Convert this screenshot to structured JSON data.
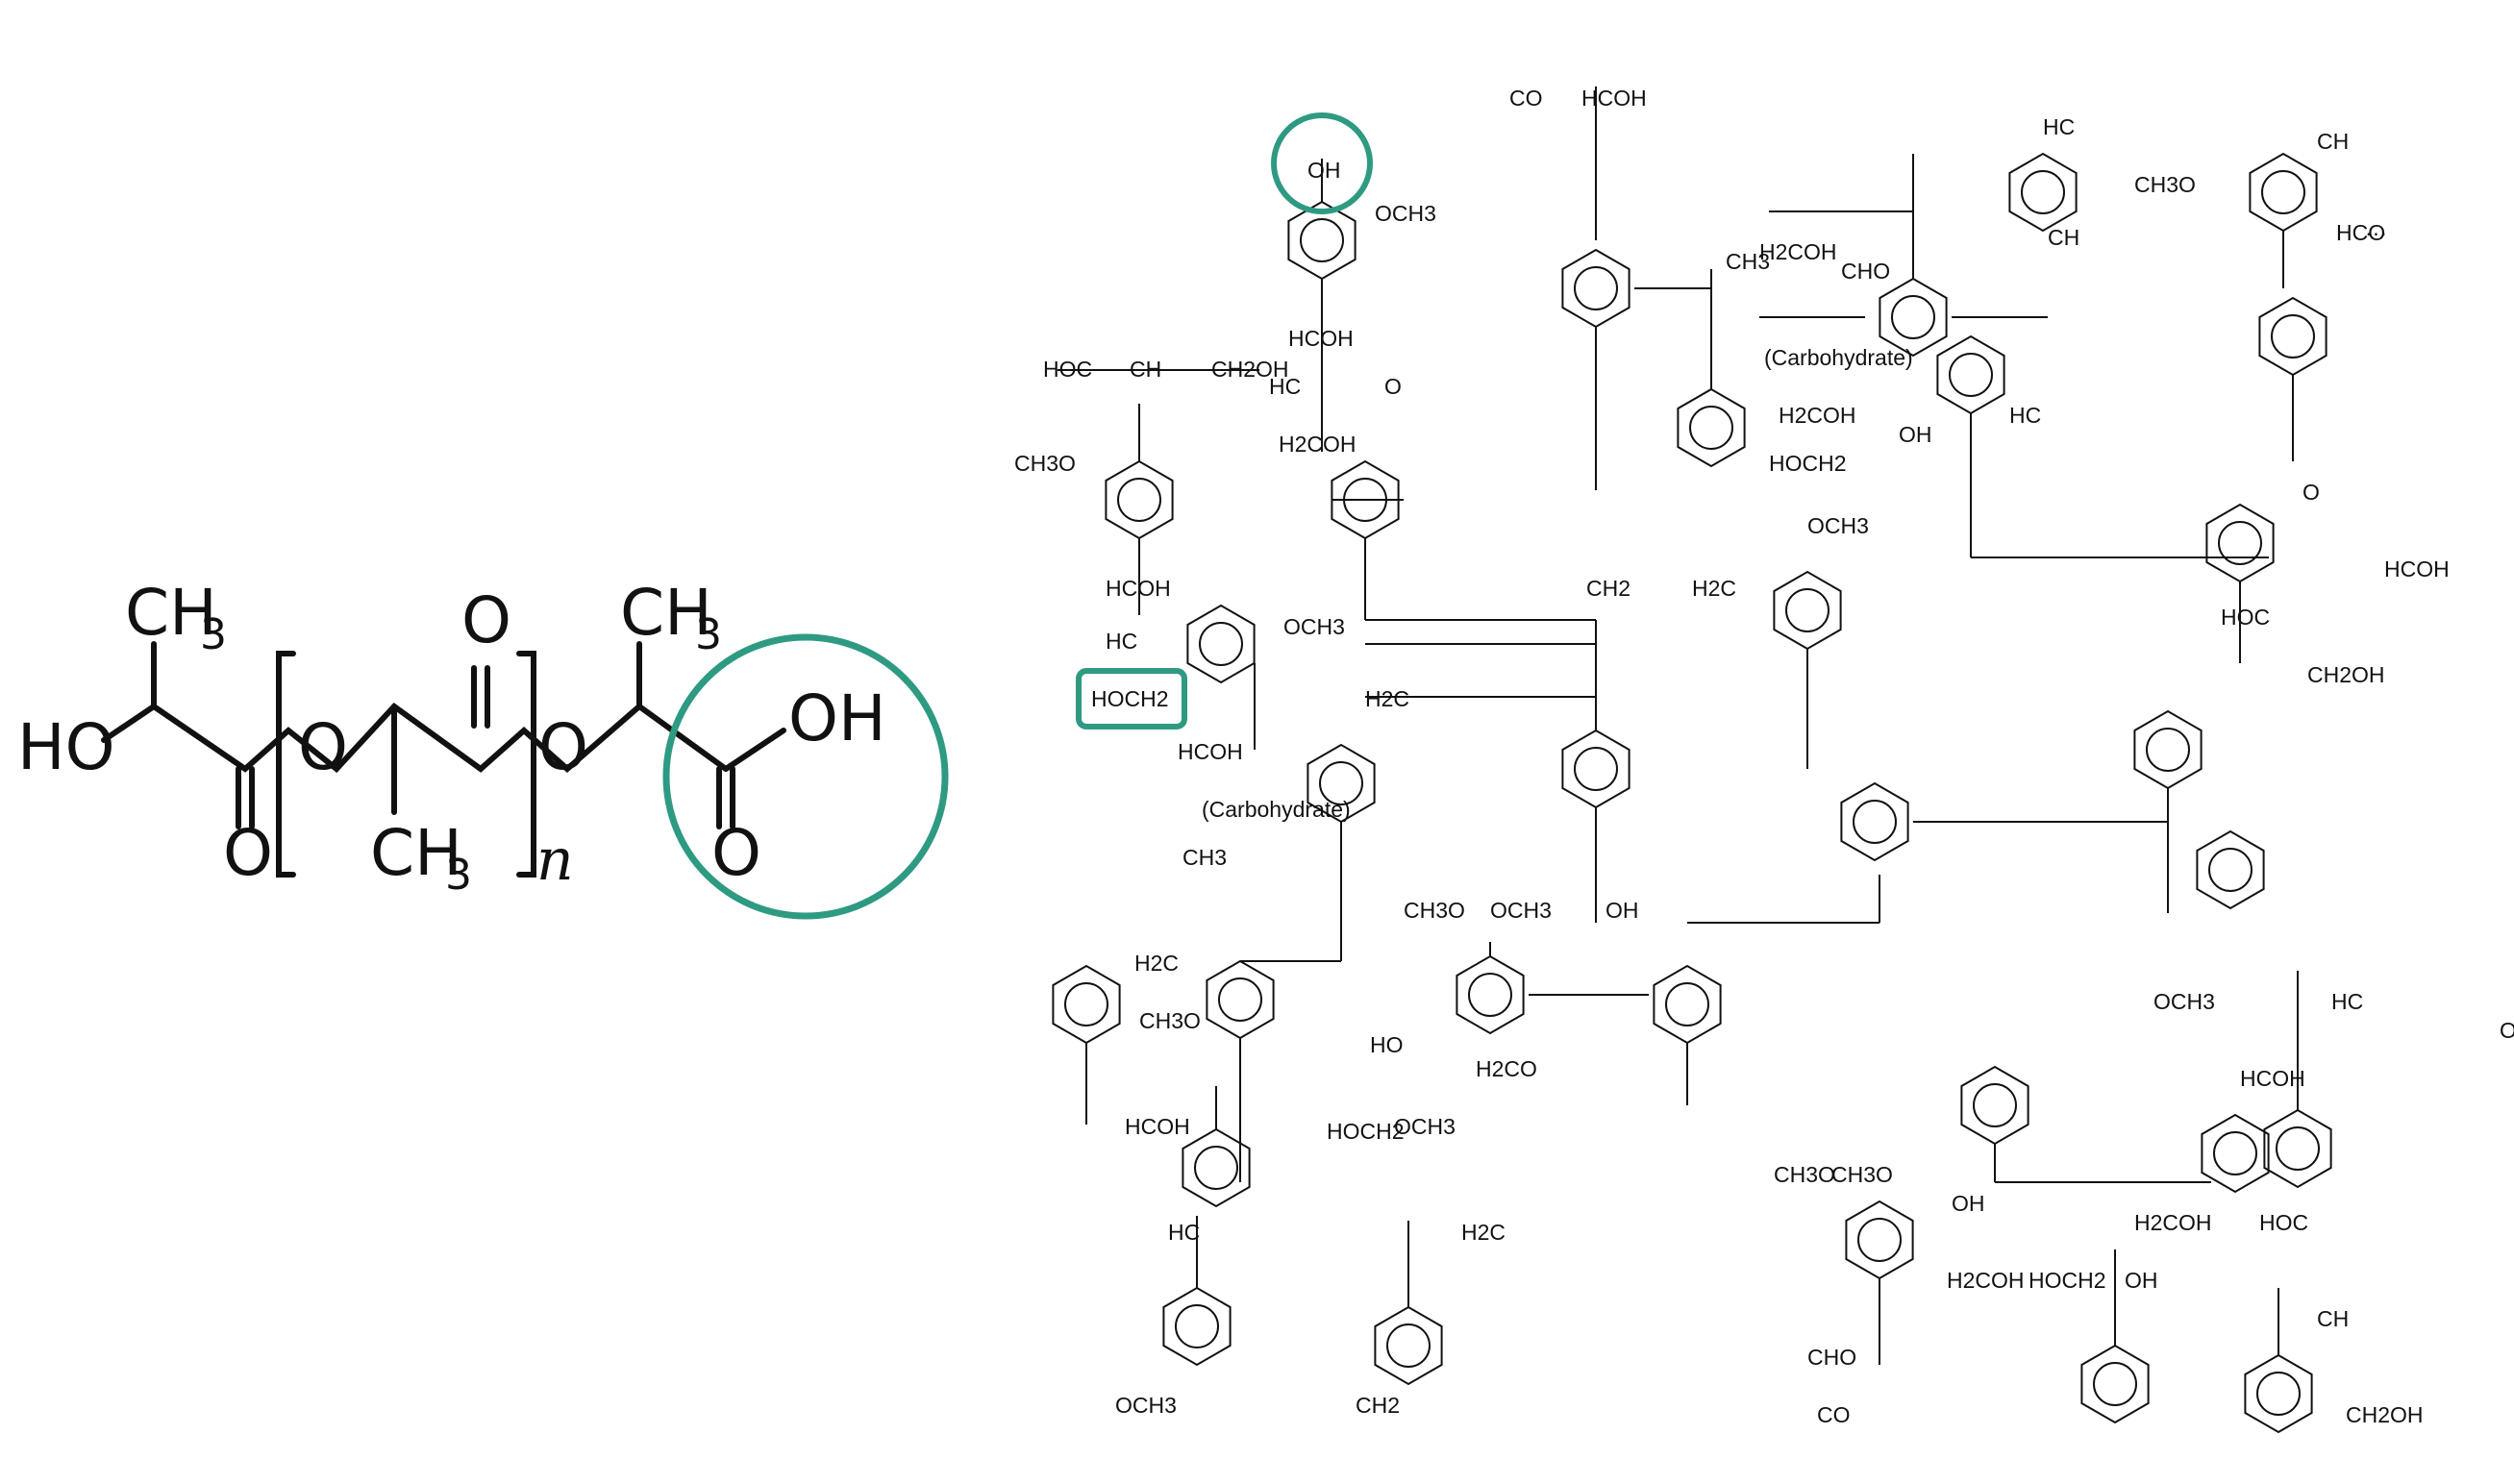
{
  "pla": {
    "labels": [
      {
        "id": "ho",
        "t": "HO"
      },
      {
        "id": "o1",
        "t": "O"
      },
      {
        "id": "o2",
        "t": "O"
      },
      {
        "id": "o3",
        "t": "O"
      },
      {
        "id": "o4",
        "t": "O"
      },
      {
        "id": "o5",
        "t": "O"
      },
      {
        "id": "oh",
        "t": "OH"
      },
      {
        "id": "ch3a",
        "t": "CH",
        "sub": "3"
      },
      {
        "id": "ch3b",
        "t": "CH",
        "sub": "3"
      },
      {
        "id": "ch3c",
        "t": "CH",
        "sub": "3"
      },
      {
        "id": "n",
        "t": "n"
      }
    ]
  },
  "lignin": {
    "labels": [
      "OH",
      "OCH3",
      "HCOH",
      "HC",
      "O",
      "H2COH",
      "HOC",
      "CH",
      "CH2OH",
      "CH3O",
      "HCOH",
      "HC",
      "HOCH2",
      "OCH3",
      "CH2",
      "H2C",
      "CH3",
      "(Carbohydrate)",
      "HCOH",
      "CHO",
      "CO",
      "H2COH",
      "HOCH2",
      "OH",
      "OCH3",
      "H2C",
      "HC",
      "CH",
      "H2COH",
      "HC",
      "CH",
      "HCO",
      "···",
      "CH3O",
      "O",
      "HCOH",
      "HOC",
      "CH2OH",
      "CH3O",
      "OCH3",
      "OH",
      "HO",
      "H2CO",
      "CH3O",
      "CH3O"
    ]
  },
  "colors": {
    "highlight": "#2e9a82",
    "ink": "#111111"
  }
}
